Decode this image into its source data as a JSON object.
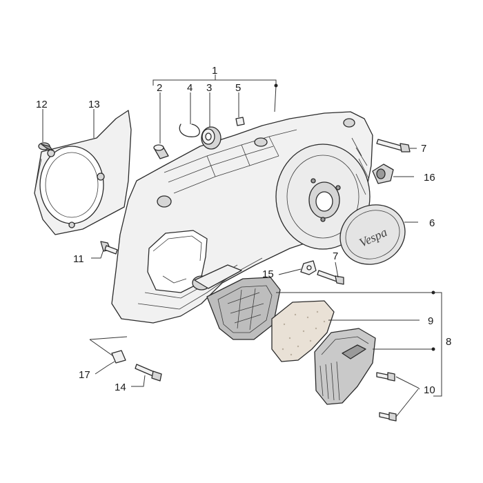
{
  "callouts": {
    "c1": "1",
    "c2": "2",
    "c3": "3",
    "c4": "4",
    "c5": "5",
    "c6": "6",
    "c7a": "7",
    "c7b": "7",
    "c8": "8",
    "c9": "9",
    "c10": "10",
    "c11": "11",
    "c12": "12",
    "c13": "13",
    "c14": "14",
    "c15": "15",
    "c16": "16",
    "c17": "17"
  },
  "parts": {
    "logo_text": "Vespa"
  },
  "colors": {
    "line": "#2a2a2a",
    "shade_light": "#f1f1f1",
    "shade_mid": "#d6d6d6",
    "shade_dark": "#9a9a9a"
  }
}
